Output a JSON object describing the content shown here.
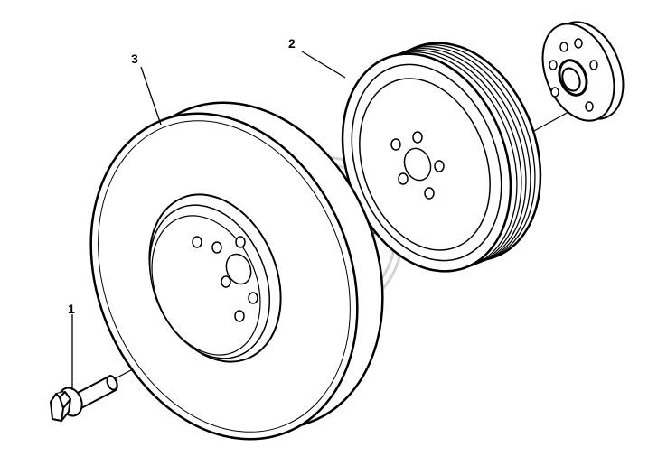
{
  "diagram": {
    "callouts": {
      "bolt": "1",
      "pulley": "2",
      "damper": "3"
    },
    "watermark": {
      "text": "GP",
      "color": "#c8c8c8"
    },
    "line_color": "#000000",
    "background": "#ffffff"
  }
}
